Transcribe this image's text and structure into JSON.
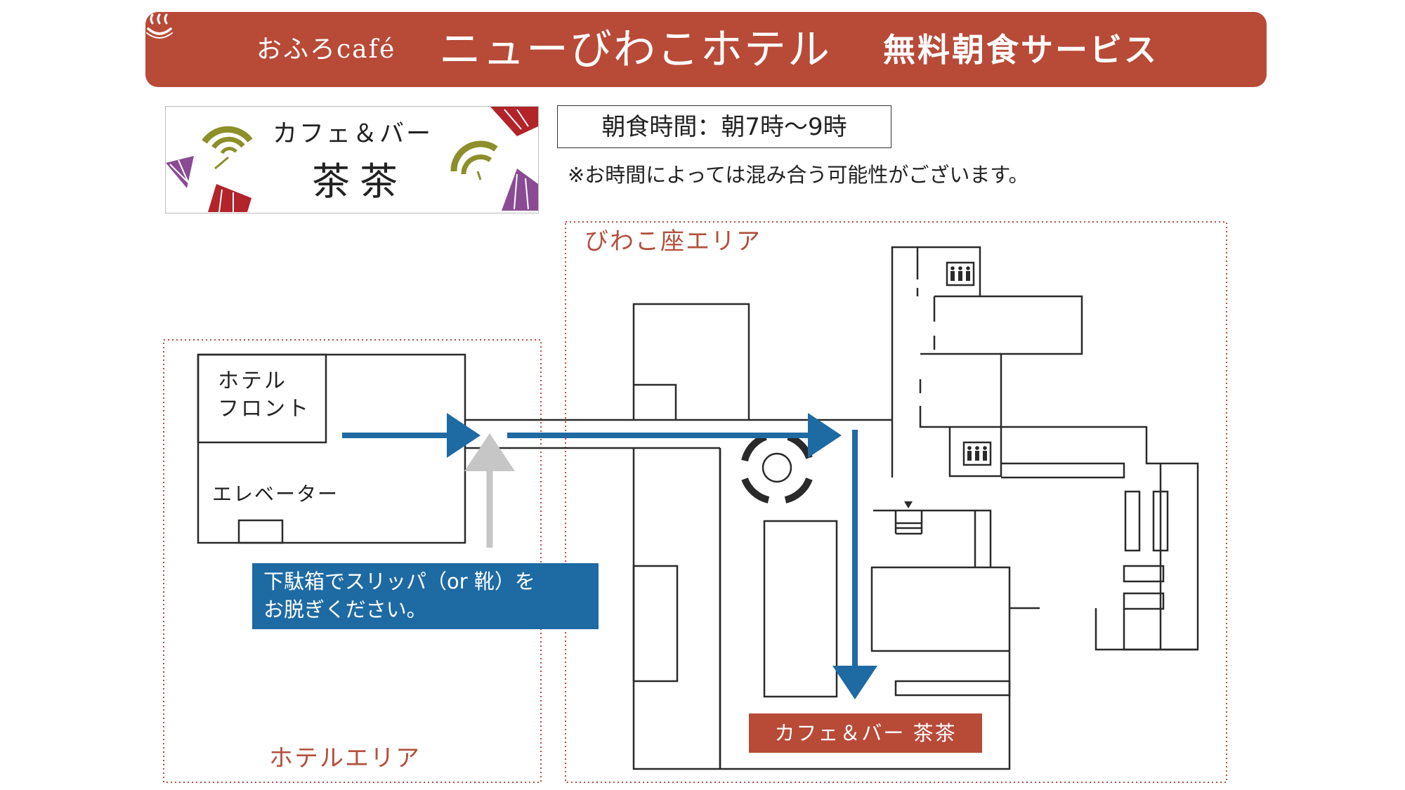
{
  "header": {
    "brand": "おふろcafé",
    "hotel_name": "ニューびわこホテル",
    "service": "無料朝食サービス"
  },
  "logo": {
    "subtitle": "カフェ＆バー",
    "name": "茶茶"
  },
  "breakfast": {
    "hours": "朝食時間：朝7時～9時",
    "note": "※お時間によっては混み合う可能性がございます。"
  },
  "map": {
    "areas": {
      "biwako_za": "びわこ座エリア",
      "hotel": "ホテルエリア"
    },
    "rooms": {
      "front_line1": "ホテル",
      "front_line2": "フロント",
      "elevator": "エレベーター"
    },
    "instruction": {
      "line1": "下駄箱でスリッパ（or 靴）を",
      "line2": "お脱ぎください。"
    },
    "destination": "カフェ＆バー 茶茶"
  },
  "colors": {
    "banner": "#b84a38",
    "route_arrow": "#1e6aa3",
    "secondary_arrow": "#c6c6c6",
    "area_border": "#b3503d",
    "walls": "#2a2a2a"
  },
  "icons": {
    "onsen": "hot-spring-icon",
    "restroom": "restroom-icon",
    "folding_fan": "folding-fan-icon"
  }
}
